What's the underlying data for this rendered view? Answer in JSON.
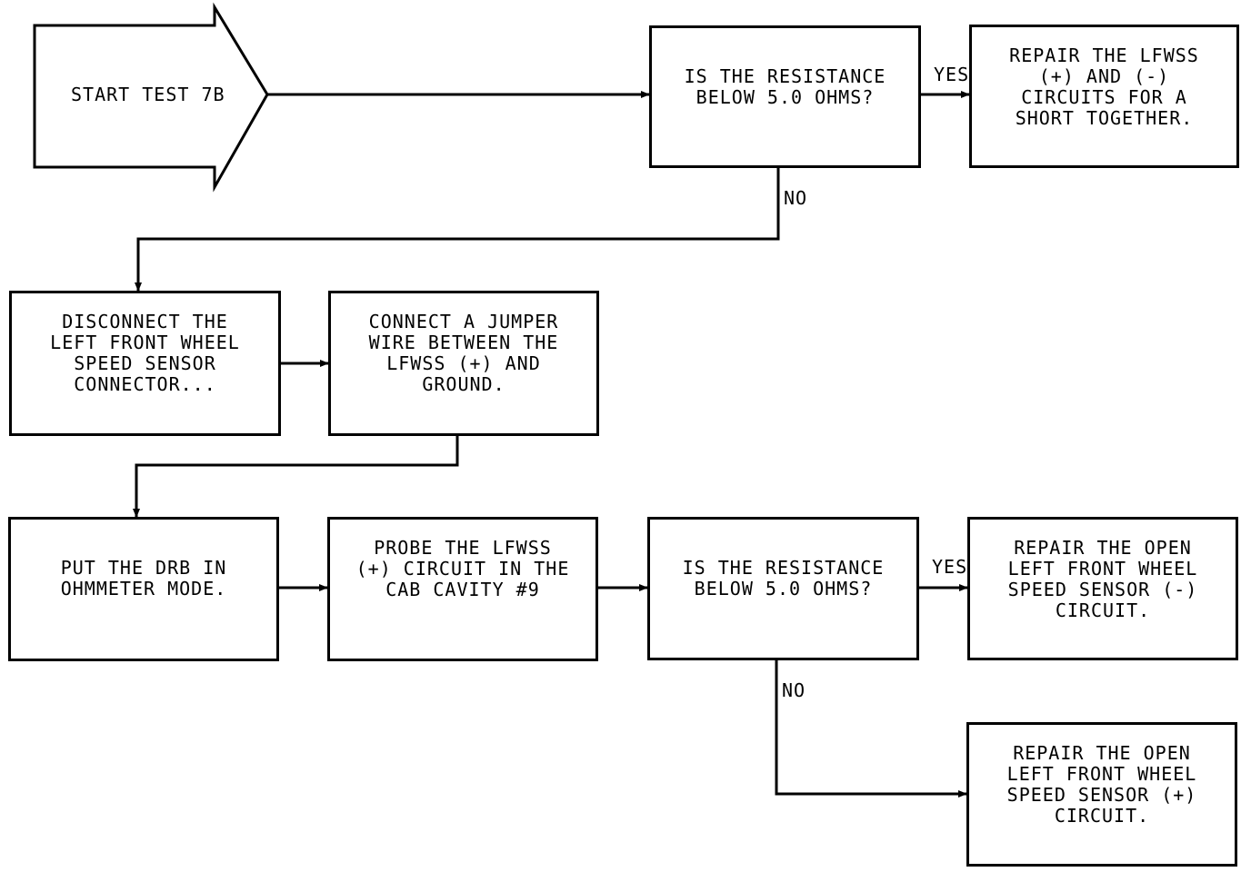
{
  "start": {
    "label": "START TEST 7B"
  },
  "nodes": {
    "q1": "IS THE RESISTANCE\nBELOW 5.0 OHMS?",
    "repair_short": "REPAIR THE LFWSS\n(+) AND (-)\nCIRCUITS FOR A\nSHORT TOGETHER.",
    "disconnect": "DISCONNECT THE\nLEFT FRONT WHEEL\nSPEED SENSOR\nCONNECTOR...",
    "jumper": "CONNECT A JUMPER\nWIRE BETWEEN THE\nLFWSS (+) AND\nGROUND.",
    "drb": "PUT THE DRB IN\nOHMMETER MODE.",
    "probe": "PROBE THE LFWSS\n(+) CIRCUIT IN THE\nCAB CAVITY #9",
    "q2": "IS THE RESISTANCE\nBELOW 5.0 OHMS?",
    "repair_minus": "REPAIR THE OPEN\nLEFT FRONT WHEEL\nSPEED SENSOR (-)\nCIRCUIT.",
    "repair_plus": "REPAIR THE OPEN\nLEFT FRONT WHEEL\nSPEED SENSOR (+)\nCIRCUIT."
  },
  "edge_labels": {
    "q1_yes": "YES",
    "q1_no": "NO",
    "q2_yes": "YES",
    "q2_no": "NO"
  }
}
